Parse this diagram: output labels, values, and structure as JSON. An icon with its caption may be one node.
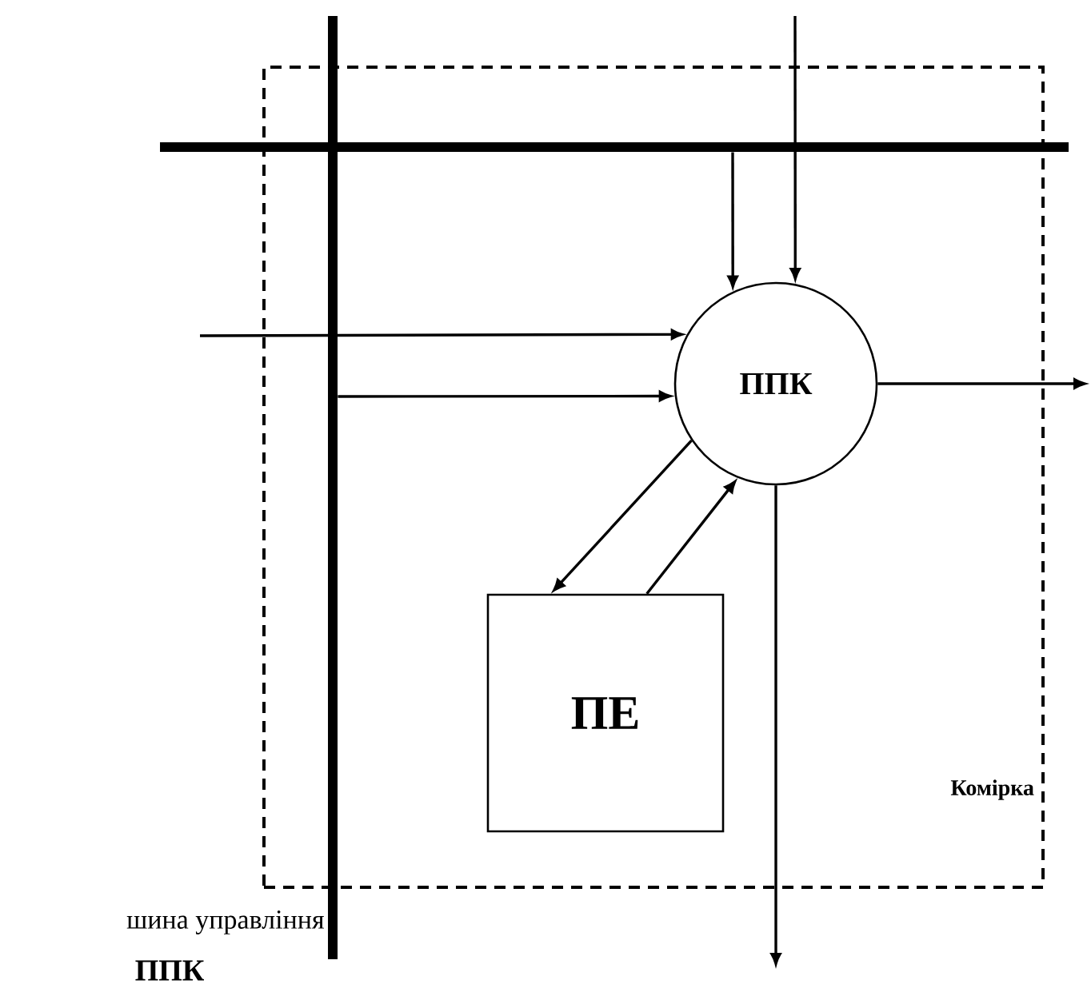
{
  "diagram": {
    "nodes": [
      {
        "text": [
          "Комірка"
        ]
      },
      {
        "text": [
          "ППК"
        ],
        "in": 0
      },
      {
        "text": [
          "ПЕ"
        ],
        "in": 0
      },
      {
        "text": [],
        "shape": "bar",
        "beside": [
          "шина управління",
          "ППК"
        ]
      },
      {
        "text": [],
        "shape": "bar"
      }
    ],
    "edges": [
      {
        "from": 4,
        "to": 1,
        "arrow": "to"
      },
      {
        "from": null,
        "to": 1,
        "arrow": "to"
      },
      {
        "from": null,
        "to": 1,
        "arrow": "to"
      },
      {
        "from": 3,
        "to": 1,
        "arrow": "to"
      },
      {
        "from": 1,
        "to": 2,
        "arrow": "to"
      },
      {
        "from": 2,
        "to": 1,
        "arrow": "to"
      },
      {
        "from": 1,
        "to": null,
        "arrow": "to"
      },
      {
        "from": 1,
        "to": null,
        "arrow": "to"
      }
    ]
  }
}
